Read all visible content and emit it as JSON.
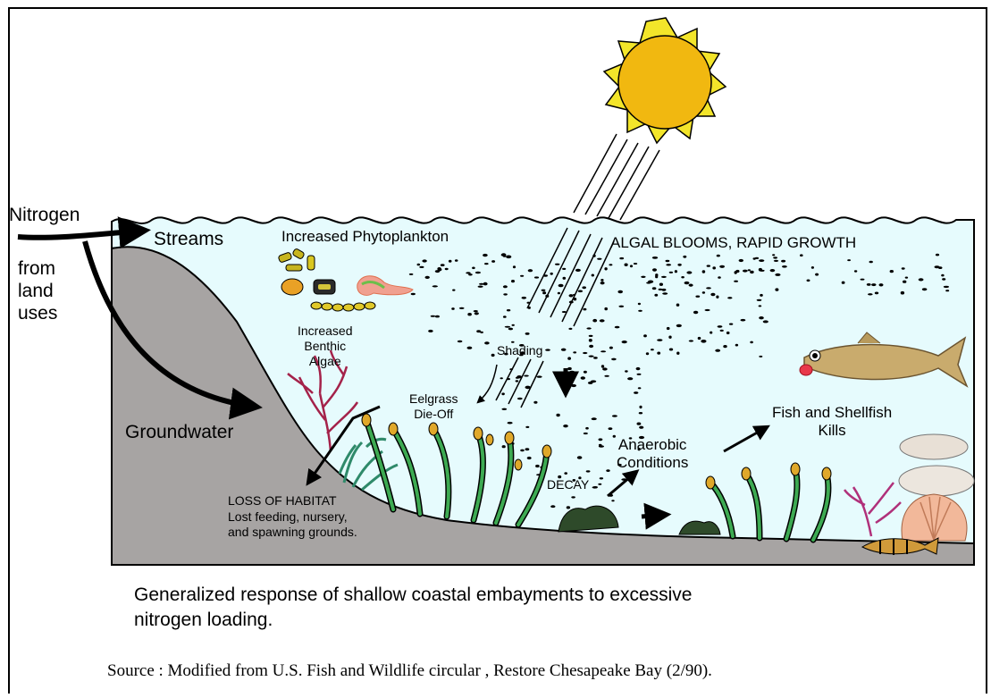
{
  "labels": {
    "nitrogen_source": "Nitrogen",
    "nitrogen_source_rest": "from\nland\nuses",
    "streams": "Streams",
    "groundwater": "Groundwater",
    "phytoplankton": "Increased Phytoplankton",
    "algal_blooms": "ALGAL BLOOMS, RAPID GROWTH",
    "benthic_algae": "Increased\nBenthic\nAlgae",
    "shading": "Shading",
    "eelgrass": "Eelgrass\nDie-Off",
    "loss_of_habitat_title": "LOSS OF HABITAT",
    "loss_of_habitat_detail": "Lost feeding, nursery,\nand spawning grounds.",
    "decay": "DECAY",
    "anaerobic": "Anaerobic\nConditions",
    "fish_kills": "Fish and Shellfish\nKills"
  },
  "caption": "Generalized response of shallow coastal embayments to excessive\nnitrogen loading.",
  "source": "Source : Modified from U.S. Fish and Wildlife circular , Restore Chesapeake Bay (2/90).",
  "colors": {
    "water": "#e6fbfd",
    "sediment": "#a7a4a3",
    "sun": "#f1b810",
    "sun_rays": "#f3e52a",
    "eelgrass": "#3daa52",
    "eelgrass_tips": "#e0a82a",
    "red_algae": "#a4224a",
    "teal_algae": "#2f8a6a",
    "fish": "#c9ab6d"
  }
}
